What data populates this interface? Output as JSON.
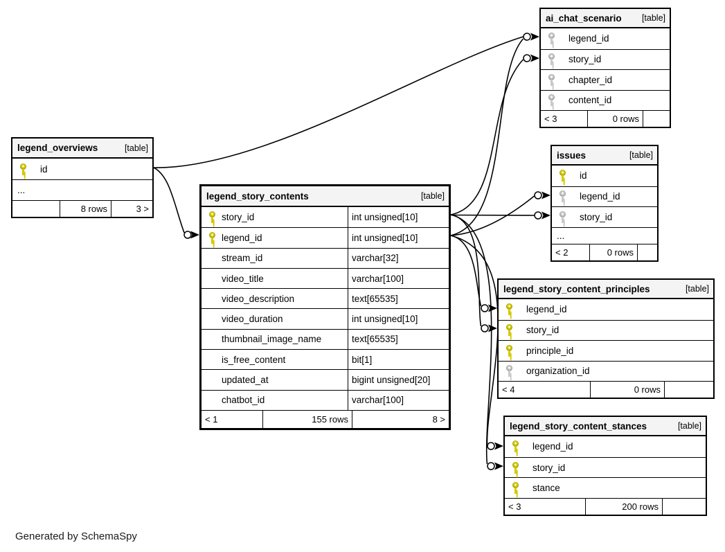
{
  "note": "Generated by SchemaSpy",
  "colors": {
    "primary_key_icon": "#d4ca00",
    "foreign_key_icon": "#c9c9c9",
    "header_bg": "#f4f4f4",
    "line": "#000000"
  },
  "tables": {
    "legend_overviews": {
      "name": "legend_overviews",
      "tag": "[table]",
      "rows": [
        {
          "name": "id",
          "key": "pk"
        },
        {
          "name": "...",
          "key": ""
        }
      ],
      "footer": [
        "",
        "8 rows",
        "3 >"
      ]
    },
    "ai_chat_scenario": {
      "name": "ai_chat_scenario",
      "tag": "[table]",
      "rows": [
        {
          "name": "legend_id",
          "key": "fk"
        },
        {
          "name": "story_id",
          "key": "fk"
        },
        {
          "name": "chapter_id",
          "key": "fk"
        },
        {
          "name": "content_id",
          "key": "fk"
        }
      ],
      "footer": [
        "< 3",
        "0 rows",
        ""
      ]
    },
    "issues": {
      "name": "issues",
      "tag": "[table]",
      "rows": [
        {
          "name": "id",
          "key": "pk"
        },
        {
          "name": "legend_id",
          "key": "fk"
        },
        {
          "name": "story_id",
          "key": "fk"
        },
        {
          "name": "...",
          "key": ""
        }
      ],
      "footer": [
        "< 2",
        "0 rows",
        ""
      ]
    },
    "legend_story_contents": {
      "name": "legend_story_contents",
      "tag": "[table]",
      "rows": [
        {
          "name": "story_id",
          "type": "int unsigned[10]",
          "key": "pk"
        },
        {
          "name": "legend_id",
          "type": "int unsigned[10]",
          "key": "pk"
        },
        {
          "name": "stream_id",
          "type": "varchar[32]",
          "key": ""
        },
        {
          "name": "video_title",
          "type": "varchar[100]",
          "key": ""
        },
        {
          "name": "video_description",
          "type": "text[65535]",
          "key": ""
        },
        {
          "name": "video_duration",
          "type": "int unsigned[10]",
          "key": ""
        },
        {
          "name": "thumbnail_image_name",
          "type": "text[65535]",
          "key": ""
        },
        {
          "name": "is_free_content",
          "type": "bit[1]",
          "key": ""
        },
        {
          "name": "updated_at",
          "type": "bigint unsigned[20]",
          "key": ""
        },
        {
          "name": "chatbot_id",
          "type": "varchar[100]",
          "key": ""
        }
      ],
      "footer": [
        "< 1",
        "155 rows",
        "8 >"
      ]
    },
    "legend_story_content_principles": {
      "name": "legend_story_content_principles",
      "tag": "[table]",
      "rows": [
        {
          "name": "legend_id",
          "key": "pk"
        },
        {
          "name": "story_id",
          "key": "pk"
        },
        {
          "name": "principle_id",
          "key": "pk"
        },
        {
          "name": "organization_id",
          "key": "fk"
        }
      ],
      "footer": [
        "< 4",
        "0 rows",
        ""
      ]
    },
    "legend_story_content_stances": {
      "name": "legend_story_content_stances",
      "tag": "[table]",
      "rows": [
        {
          "name": "legend_id",
          "key": "pk"
        },
        {
          "name": "story_id",
          "key": "pk"
        },
        {
          "name": "stance",
          "key": "pk"
        }
      ],
      "footer": [
        "< 3",
        "200 rows",
        ""
      ]
    }
  },
  "relationships": [
    {
      "from": "legend_overviews.id",
      "to": "ai_chat_scenario.legend_id"
    },
    {
      "from": "legend_overviews.id",
      "to": "legend_story_contents.legend_id"
    },
    {
      "from": "legend_story_contents.legend_id",
      "to": "ai_chat_scenario.legend_id"
    },
    {
      "from": "legend_story_contents.story_id",
      "to": "ai_chat_scenario.story_id"
    },
    {
      "from": "legend_story_contents.legend_id",
      "to": "issues.legend_id"
    },
    {
      "from": "legend_story_contents.story_id",
      "to": "issues.story_id"
    },
    {
      "from": "legend_story_contents.legend_id",
      "to": "legend_story_content_principles.legend_id"
    },
    {
      "from": "legend_story_contents.story_id",
      "to": "legend_story_content_principles.story_id"
    },
    {
      "from": "legend_story_contents.legend_id",
      "to": "legend_story_content_stances.legend_id"
    },
    {
      "from": "legend_story_contents.story_id",
      "to": "legend_story_content_stances.story_id"
    }
  ]
}
